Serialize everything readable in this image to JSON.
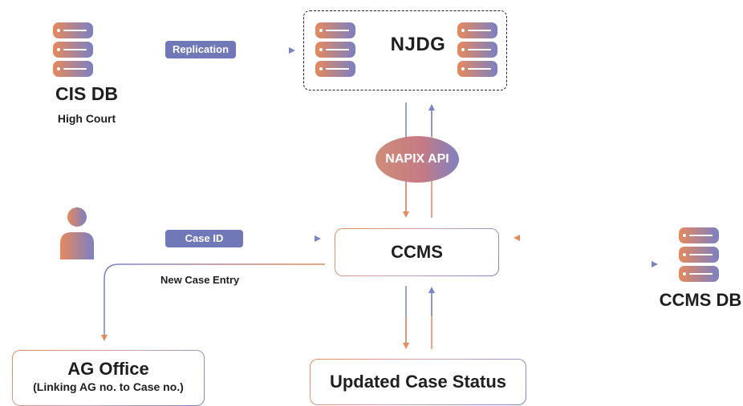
{
  "colors": {
    "orange": "#e48a60",
    "purple": "#7a83c4",
    "pill": "#7078b8",
    "text": "#1f1f1f"
  },
  "icons": {
    "database": "database-icon",
    "user": "user-icon"
  },
  "njdg": {
    "label": "NJDG"
  },
  "cis_db": {
    "title": "CIS DB",
    "subtitle": "High Court"
  },
  "labels": {
    "replication": "Replication",
    "napix": "NAPIX API",
    "case_id": "Case ID",
    "new_case_entry": "New Case Entry"
  },
  "ccms": {
    "label": "CCMS"
  },
  "ccms_db": {
    "label": "CCMS DB"
  },
  "ag_office": {
    "title": "AG Office",
    "subtitle": "(Linking AG no. to Case no.)"
  },
  "updated_status": {
    "label": "Updated Case Status"
  }
}
